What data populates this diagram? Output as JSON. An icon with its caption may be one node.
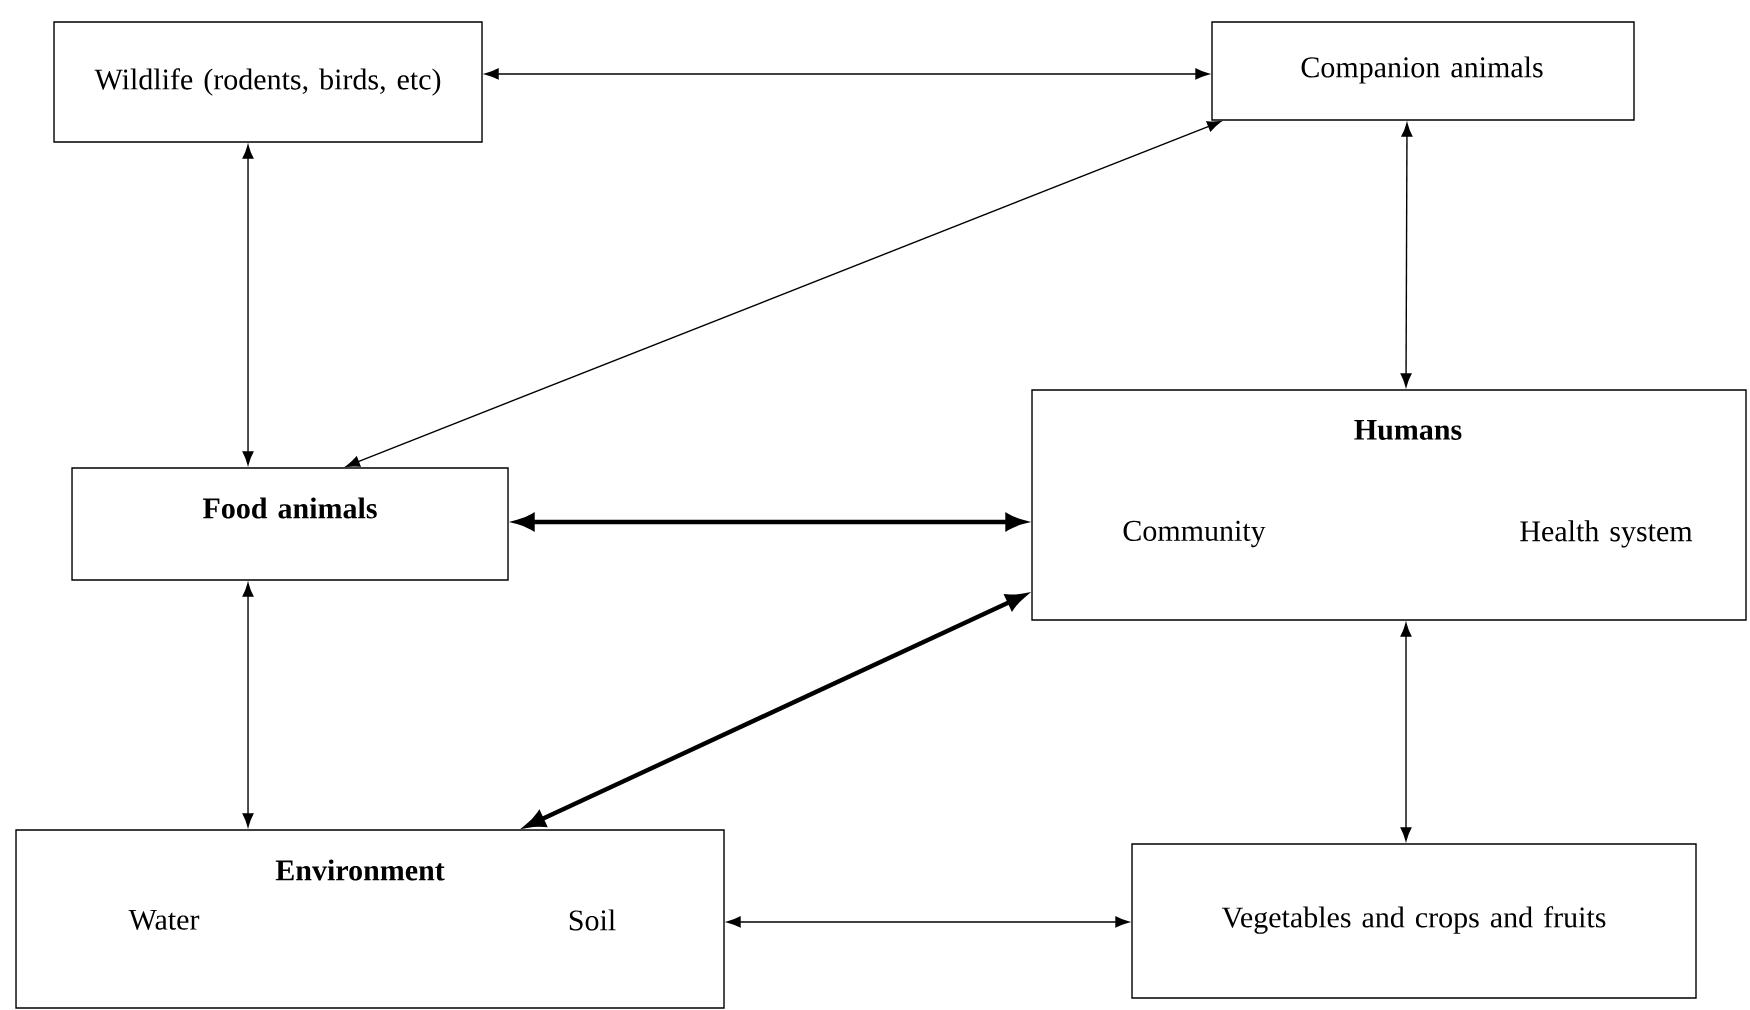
{
  "diagram": {
    "nodes": [
      {
        "text": [
          "Wildlife (rodents, birds, etc)"
        ]
      },
      {
        "text": [
          "Companion animals"
        ]
      },
      {
        "text": [
          "Food animals"
        ]
      },
      {
        "text": [
          "Humans",
          "Community",
          "Health system"
        ]
      },
      {
        "text": [
          "Environment",
          "Water",
          "Soil"
        ]
      },
      {
        "text": [
          "Vegetables and crops and fruits"
        ]
      }
    ],
    "edges": [
      {
        "from": 0,
        "to": 1,
        "arrow": "both"
      },
      {
        "from": 0,
        "to": 2,
        "arrow": "both"
      },
      {
        "from": 2,
        "to": 1,
        "arrow": "both"
      },
      {
        "from": 1,
        "to": 3,
        "arrow": "both"
      },
      {
        "from": 2,
        "to": 3,
        "arrow": "both",
        "style": "thick"
      },
      {
        "from": 2,
        "to": 4,
        "arrow": "both"
      },
      {
        "from": 4,
        "to": 3,
        "arrow": "both",
        "style": "thick"
      },
      {
        "from": 4,
        "to": 5,
        "arrow": "both"
      },
      {
        "from": 3,
        "to": 5,
        "arrow": "both"
      }
    ]
  }
}
